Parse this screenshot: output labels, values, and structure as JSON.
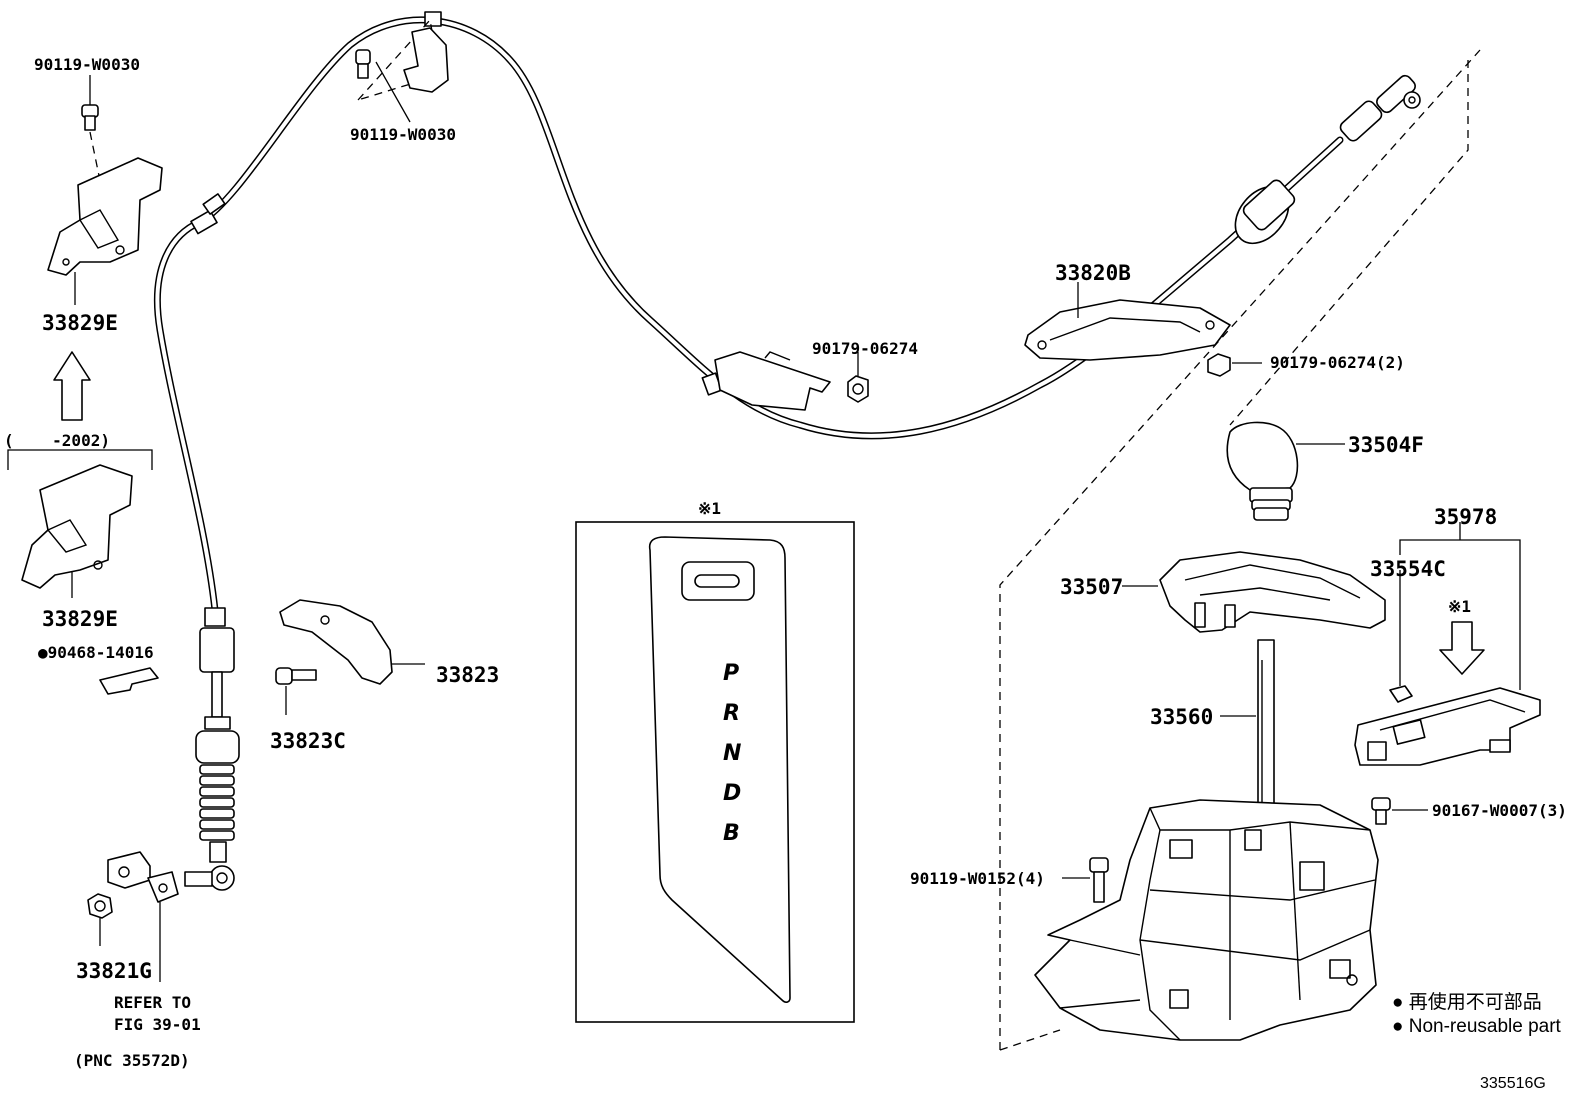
{
  "parts": {
    "bolt_top_left": "90119-W0030",
    "bolt_top_center": "90119-W0030",
    "bracket_upper": "33829E",
    "bracket_lower": "33829E",
    "date_range": "(    -2002)",
    "clip_non_reusable": "●90468-14016",
    "plate": "33823",
    "bolt_plate": "33823C",
    "nut_left": "33821G",
    "refer_line1": "REFER TO",
    "refer_line2": "FIG 39-01",
    "pnc": "(PNC 35572D)",
    "nut_center": "90179-06274",
    "cable_assy": "33820B",
    "nut_right": "90179-06274(2)",
    "knob": "33504F",
    "assembly": "35978",
    "housing_cover": "33507",
    "clip": "33554C",
    "lever": "33560",
    "bolt_lower_right": "90167-W0007(3)",
    "bolt_base": "90119-W0152(4)",
    "note_mark_top": "※1",
    "note_mark_arrow": "※1"
  },
  "indicator": {
    "positions": [
      "P",
      "R",
      "N",
      "D",
      "B"
    ]
  },
  "legend": {
    "japanese": "● 再使用不可部品",
    "english": "● Non-reusable part"
  },
  "figure_id": "335516G"
}
